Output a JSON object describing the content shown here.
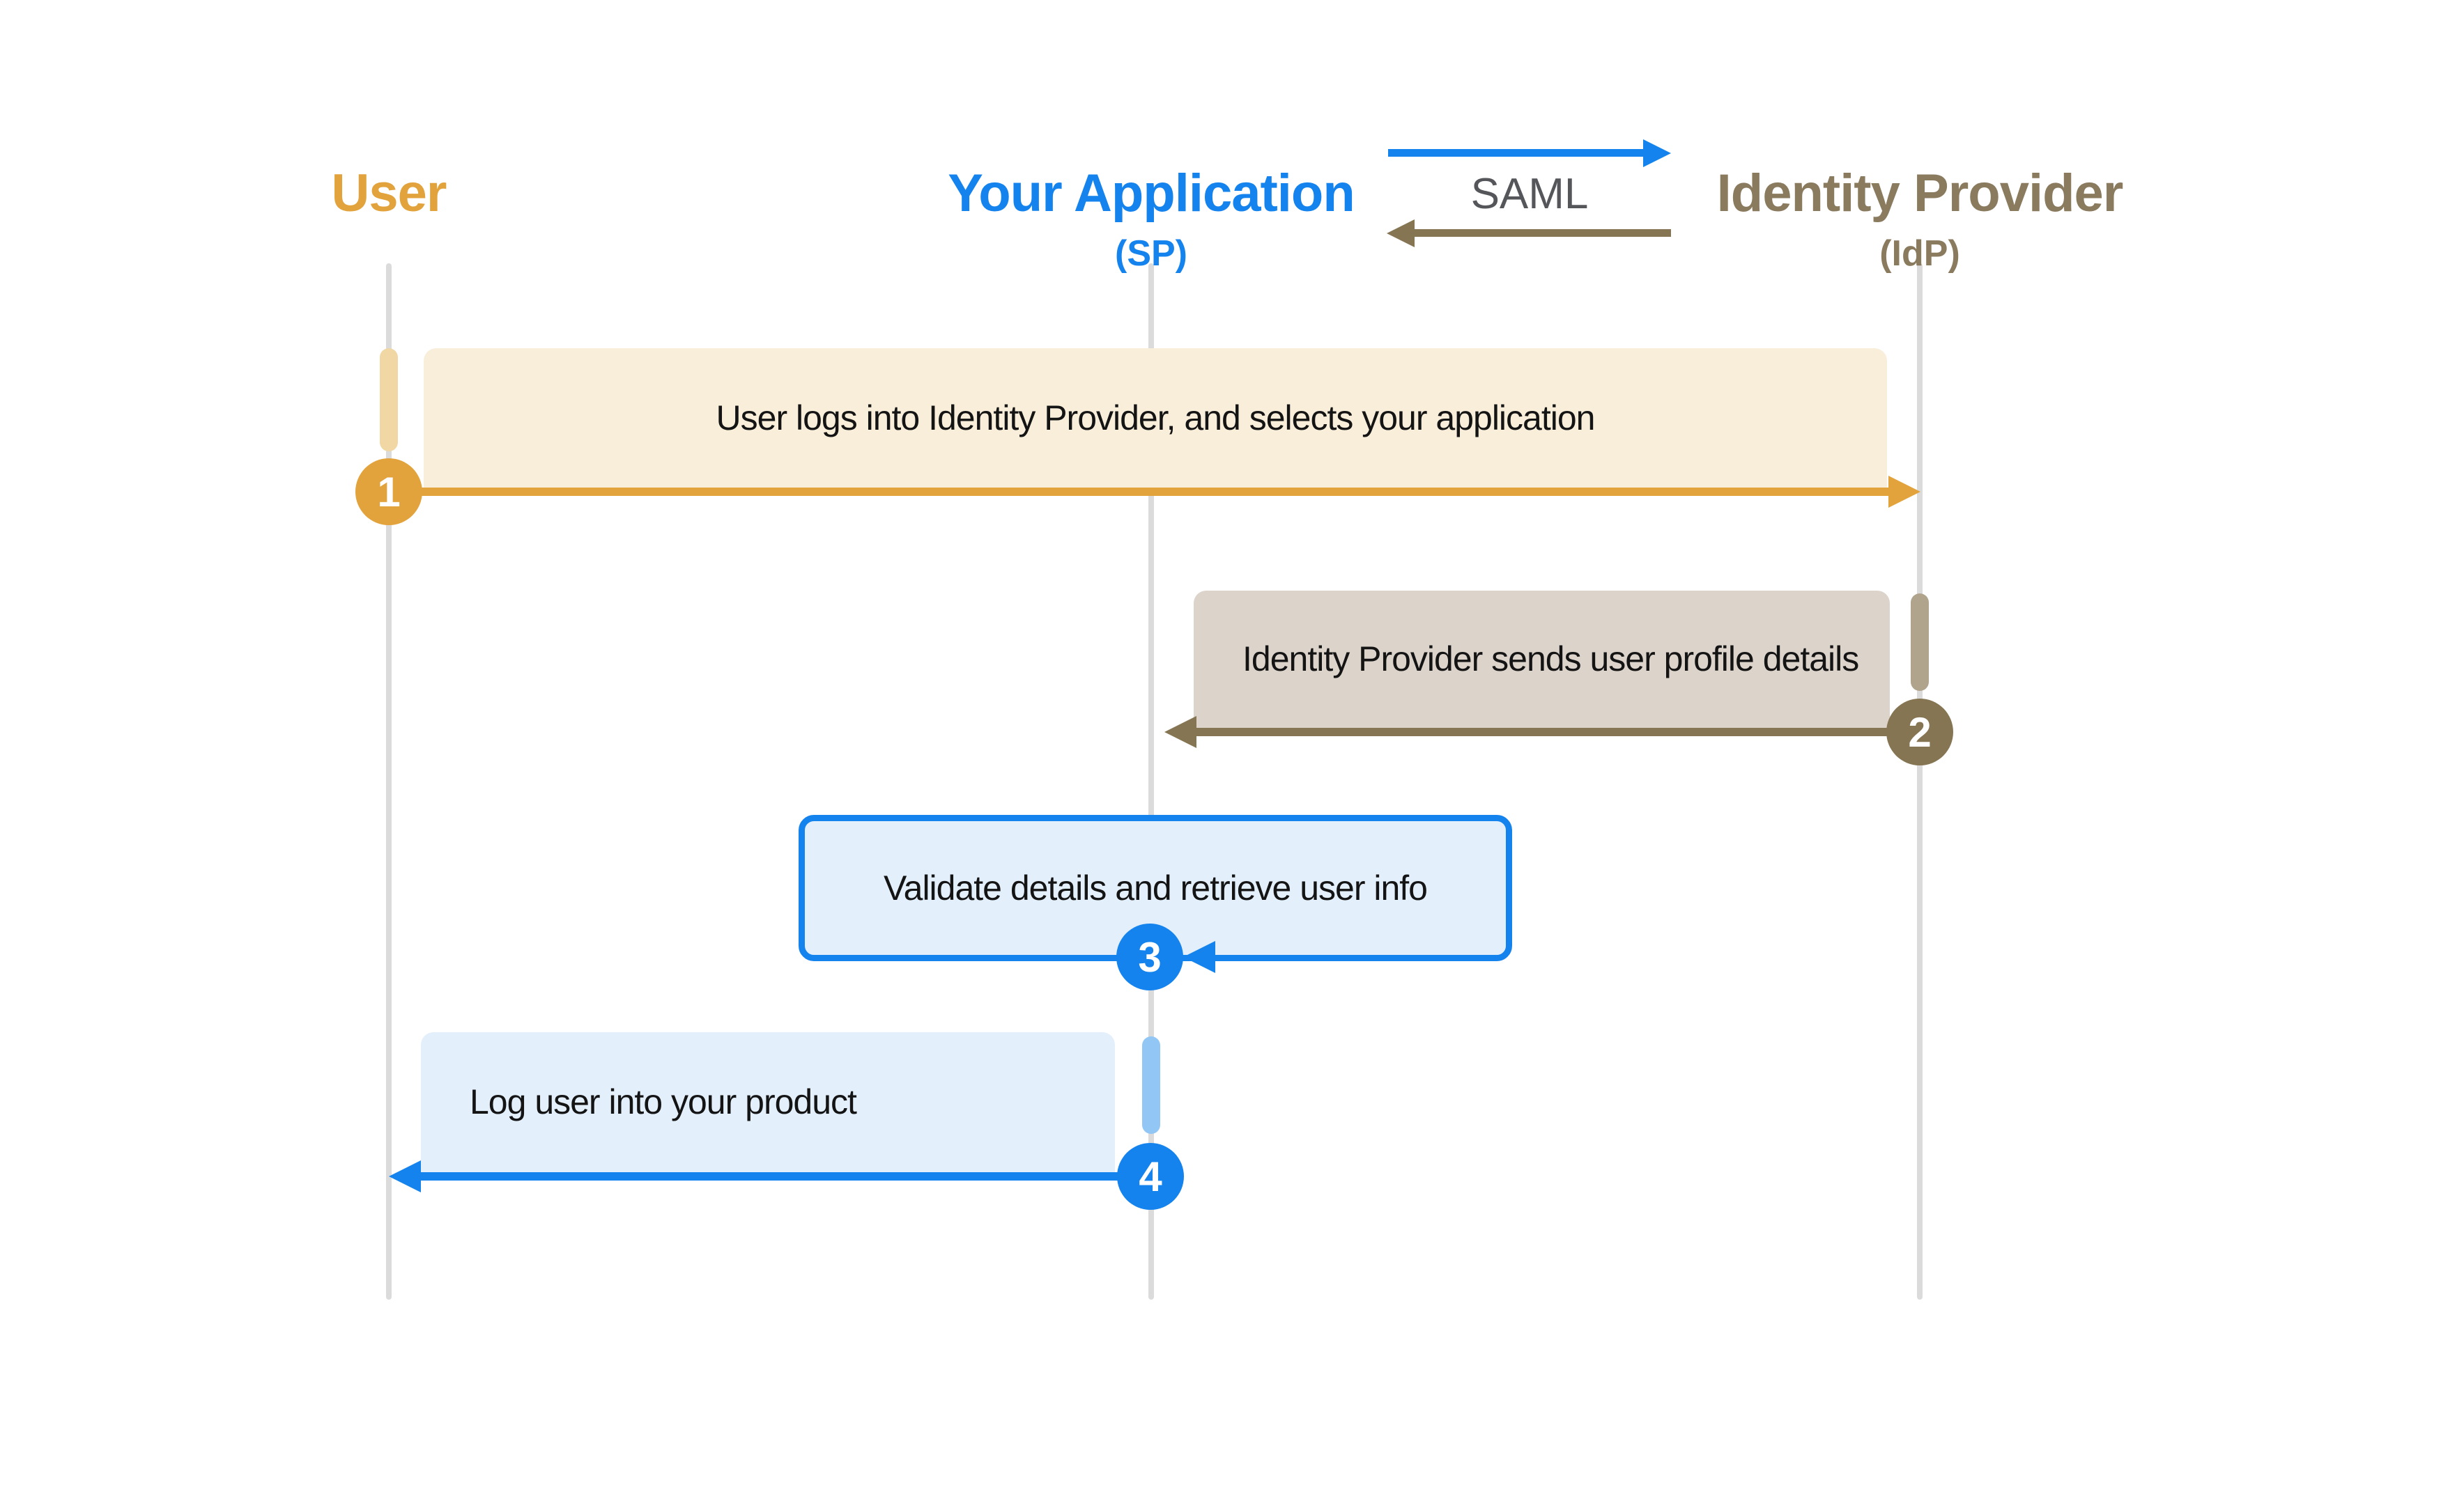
{
  "colors": {
    "background": "#FFFFFF",
    "gold": "#E2A33C",
    "gold_light": "#F0D7A3",
    "cream": "#F8EEDA",
    "blue": "#1583ED",
    "blue_light_box": "#E3F0FC",
    "blue_pill": "#92C7F5",
    "taupe": "#8A7A5E",
    "taupe_pill": "#B1A48C",
    "brown": "#867553",
    "greige": "#DCD3CB",
    "lifeline": "#DBDBDB",
    "saml_text": "#55565A",
    "message_text": "#141414",
    "badge_text": "#FFFFFF"
  },
  "diagram": {
    "actors": [
      {
        "id": "user",
        "label": "User",
        "sublabel": ""
      },
      {
        "id": "app",
        "label": "Your Application",
        "sublabel": "(SP)"
      },
      {
        "id": "idp",
        "label": "Identity Provider",
        "sublabel": "(IdP)"
      }
    ],
    "legend": {
      "label": "SAML"
    },
    "messages": [
      {
        "step": "1",
        "from": "user",
        "to": "idp",
        "text": "User logs into Identity Provider, and selects your application"
      },
      {
        "step": "2",
        "from": "idp",
        "to": "app",
        "text": "Identity Provider sends user profile details"
      },
      {
        "step": "3",
        "from": "app",
        "to": "app",
        "text": "Validate details and retrieve user info"
      },
      {
        "step": "4",
        "from": "app",
        "to": "user",
        "text": "Log user into your product"
      }
    ]
  }
}
